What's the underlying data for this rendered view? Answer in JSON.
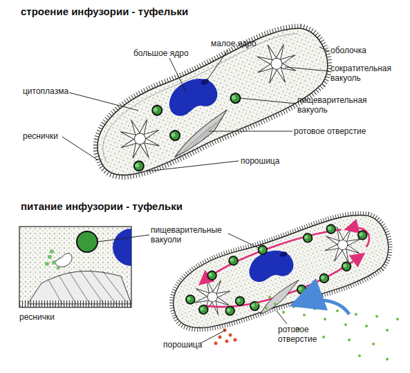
{
  "diagram": {
    "title": "строение инфузории - туфельки",
    "labels": [
      "большое ядро",
      "малое ядро",
      "оболочка",
      "цитоплазма",
      "сократительная вакуоль",
      "пищеварительная вакуоль",
      "реснички",
      "ротовое отверстие",
      "порошица",
      "питание инфузории - туфельки",
      "пищеварительные вакуоли",
      "реснички",
      "порошица",
      "ротовое отверстие"
    ]
  }
}
